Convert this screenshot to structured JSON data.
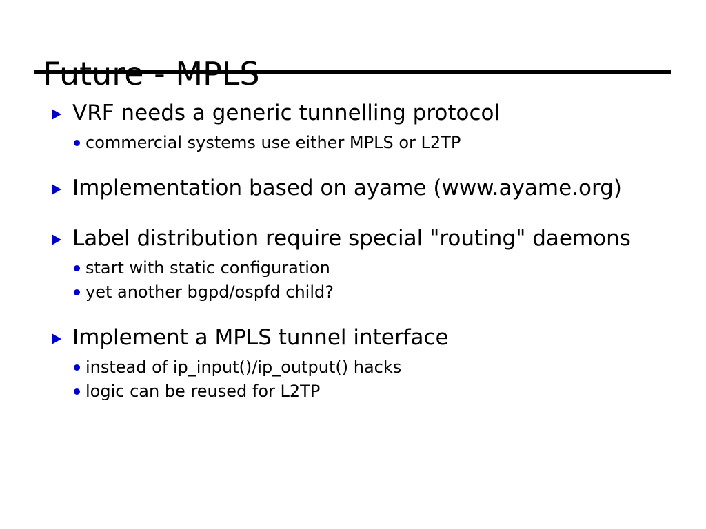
{
  "slide": {
    "title": "Future - MPLS",
    "accent_color": "#0000cc",
    "text_color": "#000000",
    "background_color": "#ffffff",
    "rule_color": "#000000",
    "bullet_marker_level1": "triangle-right",
    "bullet_marker_level2": "round-dot",
    "groups": [
      {
        "heading": "VRF needs a generic tunnelling protocol",
        "subitems": [
          "commercial systems use either MPLS or L2TP"
        ]
      },
      {
        "heading": "Implementation based on ayame (www.ayame.org)",
        "subitems": []
      },
      {
        "heading": "Label distribution require special \"routing\" daemons",
        "subitems": [
          "start with static configuration",
          "yet another bgpd/ospfd child?"
        ]
      },
      {
        "heading": "Implement a MPLS tunnel interface",
        "subitems": [
          "instead of ip_input()/ip_output() hacks",
          "logic can be reused for L2TP"
        ]
      }
    ]
  }
}
